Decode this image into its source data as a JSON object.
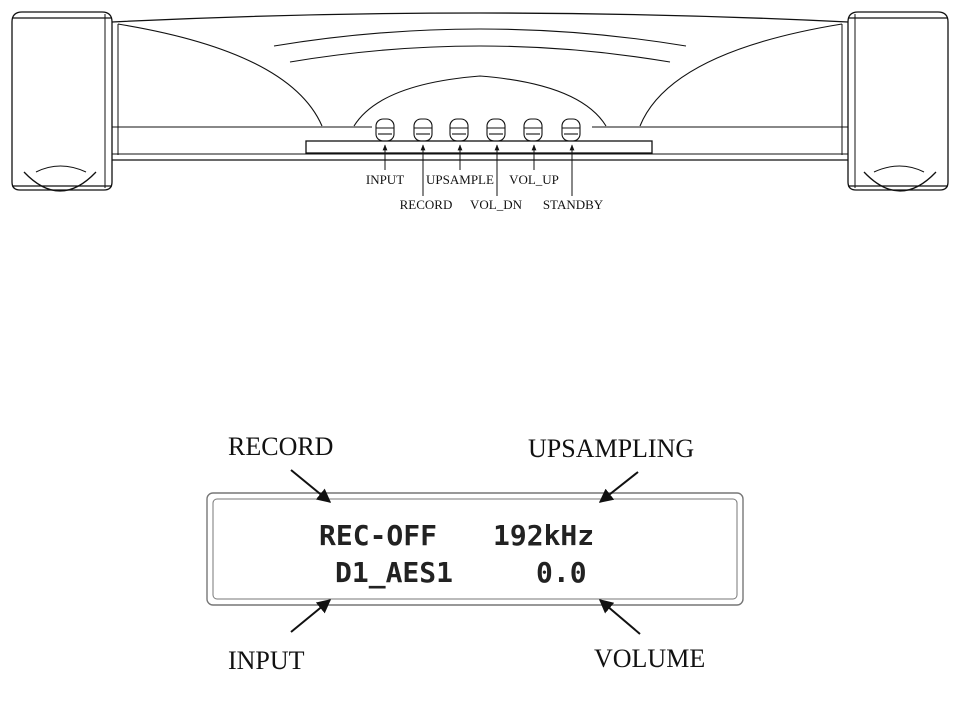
{
  "front_panel": {
    "button_labels": {
      "input": "INPUT",
      "record": "RECORD",
      "upsample": "UPSAMPLE",
      "vol_dn": "VOL_DN",
      "vol_up": "VOL_UP",
      "standby": "STANDBY"
    }
  },
  "display": {
    "callouts": {
      "record": "RECORD",
      "upsampling": "UPSAMPLING",
      "input": "INPUT",
      "volume": "VOLUME"
    },
    "line1": {
      "record_status": "REC-OFF",
      "sample_rate": "192kHz"
    },
    "line2": {
      "input_name": "D1_AES1",
      "volume": "0.0"
    }
  },
  "colors": {
    "line": "#111111",
    "lcd_text": "#222222"
  }
}
